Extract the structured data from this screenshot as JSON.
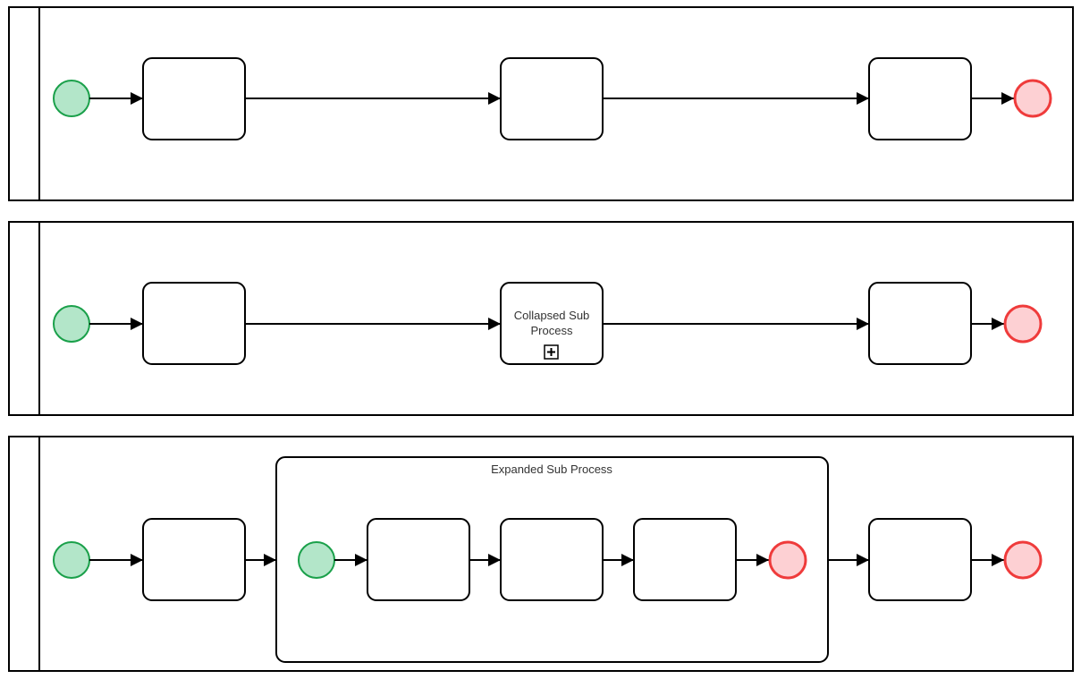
{
  "colors": {
    "start_fill": "#b3e6c9",
    "start_stroke": "#1aa04a",
    "end_fill": "#fdd0d3",
    "end_stroke": "#ef3b3b",
    "line": "#000000",
    "text": "#333333"
  },
  "pools": [
    {
      "tasks": [
        "",
        "",
        ""
      ]
    },
    {
      "tasks": [
        "",
        "",
        ""
      ],
      "collapsed_subprocess": {
        "label_line1": "Collapsed Sub",
        "label_line2": "Process",
        "marker_icon": "plus-square-icon"
      }
    },
    {
      "tasks": [
        "",
        ""
      ],
      "expanded_subprocess": {
        "label": "Expanded Sub Process",
        "tasks": [
          "",
          "",
          ""
        ]
      }
    }
  ]
}
